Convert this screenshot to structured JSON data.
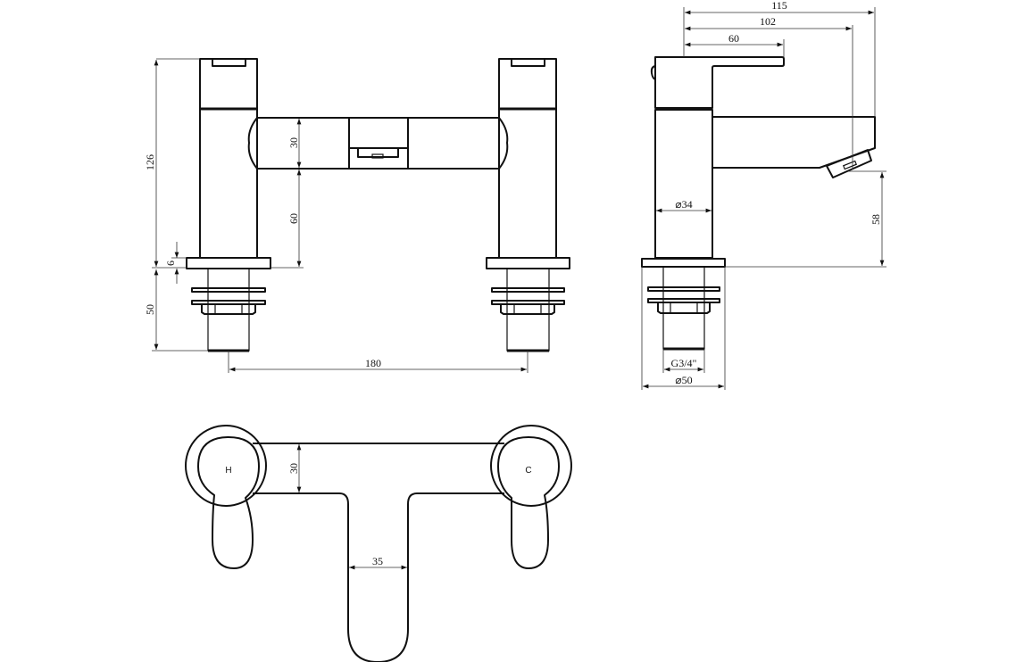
{
  "drawing": {
    "front_view": {
      "dimensions": {
        "height_total": "126",
        "flange": "6",
        "below_deck": "50",
        "bar_height": "30",
        "bar_clearance": "60",
        "centres": "180"
      }
    },
    "side_view": {
      "dimensions": {
        "overall_projection": "115",
        "spout_projection": "102",
        "handle_length": "60",
        "body_diameter": "⌀34",
        "spout_height": "58",
        "thread": "G3/4\"",
        "flange_diameter": "⌀50"
      }
    },
    "top_view": {
      "hot_label": "H",
      "cold_label": "C",
      "dimensions": {
        "bar_width": "30",
        "spout_width": "35"
      }
    }
  }
}
